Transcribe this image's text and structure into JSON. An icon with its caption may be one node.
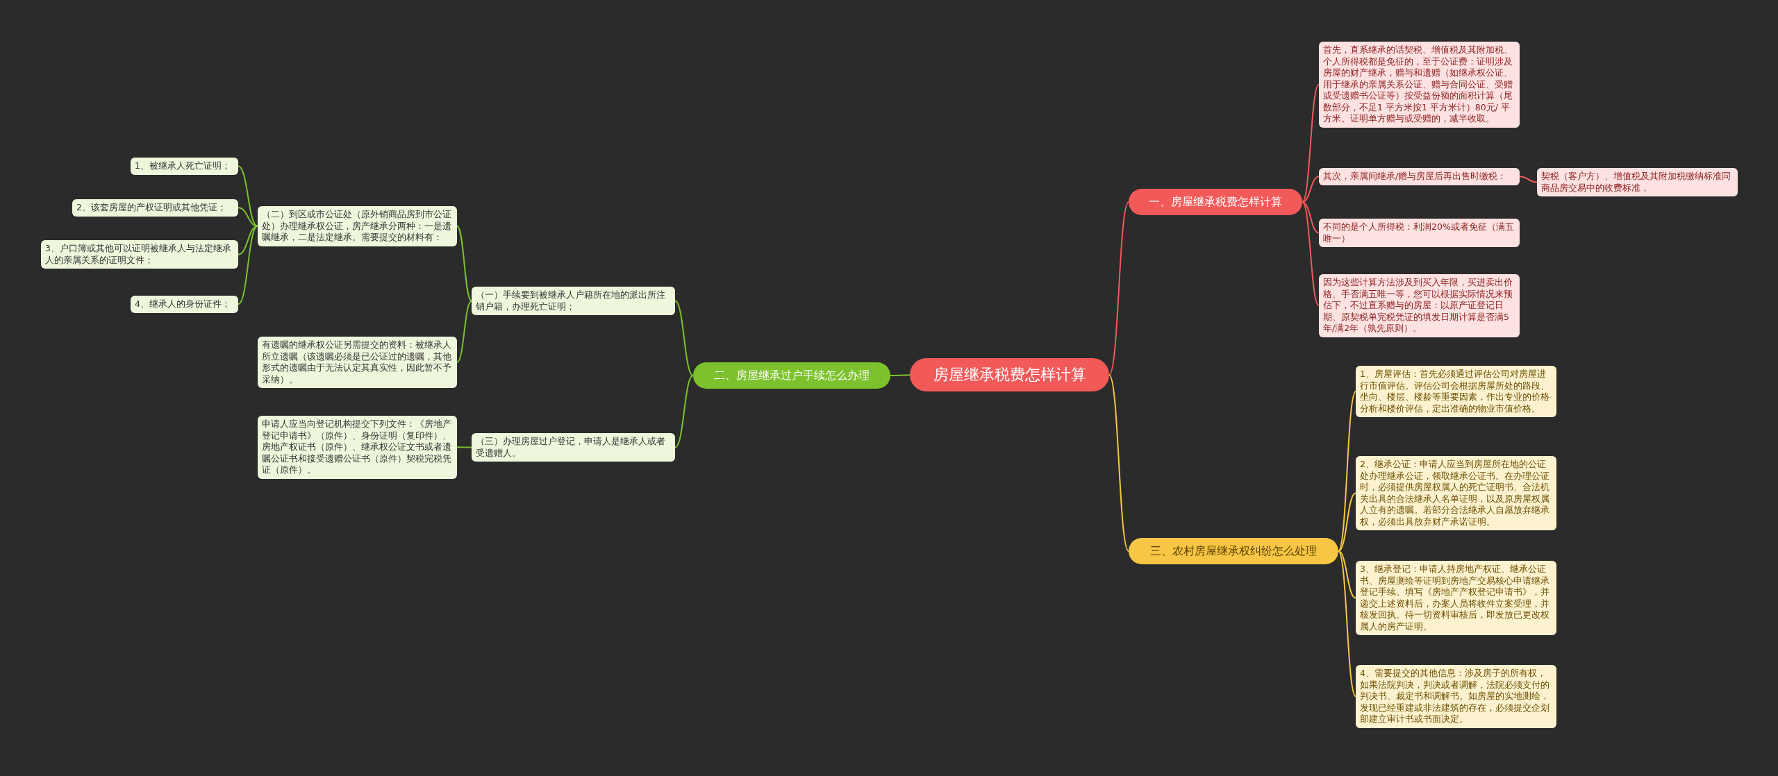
{
  "diagram": {
    "nodes": [
      {
        "text": [
          "房屋继承税费怎样计算"
        ]
      },
      {
        "text": [
          "一、房屋继承税费怎样计算"
        ]
      },
      {
        "text": [
          "首先，直系继承的话契税、增值税及其附加税、个人所得税都是免征的，至于公证费：证明涉及房屋的财产继承，赠与和遗赠（如继承权公证、用于继承的亲属关系公证、赠与合同公证、受赠或受遗赠书公证等）按受益份额的面积计算（尾数部分，不足1 平方米按1 平方米计）80元/ 平方米。证明单方赠与或受赠的，减半收取。"
        ]
      },
      {
        "text": [
          "其次，亲属间继承/赠与房屋后再出售时缴税："
        ]
      },
      {
        "text": [
          "契税（客户方）、增值税及其附加税缴纳标准同商品房交易中的收费标准，"
        ]
      },
      {
        "text": [
          "不同的是个人所得税：利润20%或者免征（满五唯一）"
        ]
      },
      {
        "text": [
          "因为这些计算方法涉及到买入年限，买进卖出价格、手否满五唯一等，您可以根据实际情况来预估下，不过直系赠与的房屋：以原产证登记日期、原契税单完税凭证的填发日期计算是否满5年/满2年（孰先原则）。"
        ]
      },
      {
        "text": [
          "二、房屋继承过户手续怎么办理"
        ]
      },
      {
        "text": [
          "（一）手续要到被继承人户籍所在地的派出所注销户籍，办理死亡证明；"
        ]
      },
      {
        "text": [
          "（二）到区或市公证处（原外销商品房到市公证处）办理继承权公证，房产继承分两种：一是遗嘱继承，二是法定继承。需要提交的材料有："
        ]
      },
      {
        "text": [
          "1、被继承人死亡证明；"
        ]
      },
      {
        "text": [
          "2、该套房屋的产权证明或其他凭证；"
        ]
      },
      {
        "text": [
          "3、户口簿或其他可以证明被继承人与法定继承人的亲属关系的证明文件；"
        ]
      },
      {
        "text": [
          "4、继承人的身份证件；"
        ]
      },
      {
        "text": [
          "有遗嘱的继承权公证另需提交的资料：被继承人所立遗嘱（该遗嘱必须是已公证过的遗嘱，其他形式的遗嘱由于无法认定其真实性，因此暂不予采纳）。"
        ]
      },
      {
        "text": [
          "（三）办理房屋过户登记，申请人是继承人或者受遗赠人。"
        ]
      },
      {
        "text": [
          "申请人应当向登记机构提交下列文件：《房地产登记申请书》（原件）、身份证明（复印件）、房地产权证书（原件）、继承权公证文书或者遗嘱公证书和接受遗赠公证书（原件）契税完税凭证（原件）。"
        ]
      },
      {
        "text": [
          "三、农村房屋继承权纠纷怎么处理"
        ]
      },
      {
        "text": [
          "1、房屋评估：首先必须通过评估公司对房屋进行市值评估。评估公司会根据房屋所处的路段、坐向、楼层、楼龄等重要因素，作出专业的价格分析和楼价评估，定出准确的物业市值价格。"
        ]
      },
      {
        "text": [
          "2、继承公证：申请人应当到房屋所在地的公证处办理继承公证，领取继承公证书。在办理公证时，必须提供房屋权属人的死亡证明书、合法机关出具的合法继承人名单证明，以及原房屋权属人立有的遗嘱。若部分合法继承人自愿放弃继承权，必须出具放弃财产承诺证明。"
        ]
      },
      {
        "text": [
          "3、继承登记：申请人持房地产权证、继承公证书、房屋测绘等证明到房地产交易核心申请继承登记手续。填写《房地产产权登记申请书》，并递交上述资料后，办案人员将收件立案受理，并核发回执。待一切资料审核后，即发放已更改权属人的房产证明。"
        ]
      },
      {
        "text": [
          "4、需要提交的其他信息：涉及房子的所有权，如果法院判决，判决或者调解，法院必须支付的判决书、裁定书和调解书。如房屋的实地测绘，发现已经重建或非法建筑的存在，必须提交企划部建立审计书或书面决定。"
        ]
      }
    ],
    "edges": [
      {
        "from": 0,
        "to": 1,
        "arrow": "none",
        "color": "#f05a5a"
      },
      {
        "from": 1,
        "to": 2,
        "arrow": "none",
        "color": "#f05a5a"
      },
      {
        "from": 1,
        "to": 3,
        "arrow": "none",
        "color": "#f05a5a"
      },
      {
        "from": 3,
        "to": 4,
        "arrow": "none",
        "color": "#f05a5a"
      },
      {
        "from": 1,
        "to": 5,
        "arrow": "none",
        "color": "#f05a5a"
      },
      {
        "from": 1,
        "to": 6,
        "arrow": "none",
        "color": "#f05a5a"
      },
      {
        "from": 0,
        "to": 7,
        "arrow": "none",
        "color": "#7cc22d"
      },
      {
        "from": 7,
        "to": 8,
        "arrow": "none",
        "color": "#7cc22d"
      },
      {
        "from": 8,
        "to": 9,
        "arrow": "none",
        "color": "#7cc22d"
      },
      {
        "from": 9,
        "to": 10,
        "arrow": "none",
        "color": "#7cc22d"
      },
      {
        "from": 9,
        "to": 11,
        "arrow": "none",
        "color": "#7cc22d"
      },
      {
        "from": 9,
        "to": 12,
        "arrow": "none",
        "color": "#7cc22d"
      },
      {
        "from": 9,
        "to": 13,
        "arrow": "none",
        "color": "#7cc22d"
      },
      {
        "from": 8,
        "to": 14,
        "arrow": "none",
        "color": "#7cc22d"
      },
      {
        "from": 7,
        "to": 15,
        "arrow": "none",
        "color": "#7cc22d"
      },
      {
        "from": 15,
        "to": 16,
        "arrow": "none",
        "color": "#7cc22d"
      },
      {
        "from": 0,
        "to": 17,
        "arrow": "none",
        "color": "#f5c842"
      },
      {
        "from": 17,
        "to": 18,
        "arrow": "none",
        "color": "#f5c842"
      },
      {
        "from": 17,
        "to": 19,
        "arrow": "none",
        "color": "#f5c842"
      },
      {
        "from": 17,
        "to": 20,
        "arrow": "none",
        "color": "#f5c842"
      },
      {
        "from": 17,
        "to": 21,
        "arrow": "none",
        "color": "#f5c842"
      }
    ]
  }
}
